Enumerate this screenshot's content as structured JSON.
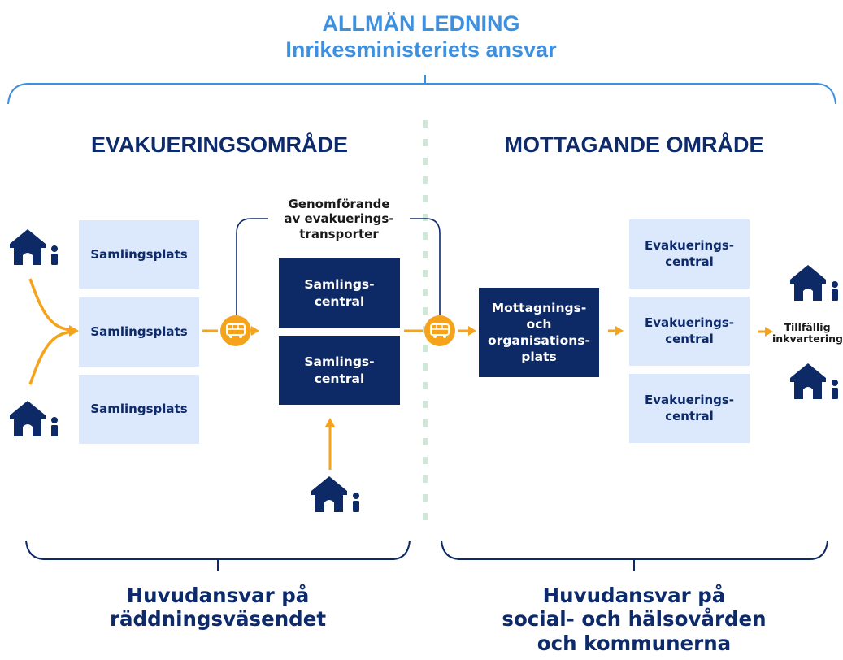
{
  "header": {
    "title": "ALLMÄN LEDNING",
    "subtitle": "Inrikesministeriets ansvar"
  },
  "left_region": {
    "title": "EVAKUERINGSOMRÅDE",
    "assembly_points": [
      "Samlingsplats",
      "Samlingsplats",
      "Samlingsplats"
    ],
    "transport_label": "Genomförande\nav evakuerings-\ntransporter",
    "assembly_centrals": [
      "Samlings-\ncentral",
      "Samlings-\ncentral"
    ],
    "responsibility": "Huvudansvar på\nräddningsväsendet"
  },
  "right_region": {
    "title": "MOTTAGANDE OMRÅDE",
    "reception_point": "Mottagnings-\noch\norganisations-\nplats",
    "evacuation_centrals": [
      "Evakuerings-\ncentral",
      "Evakuerings-\ncentral",
      "Evakuerings-\ncentral"
    ],
    "temporary_housing": "Tillfällig\ninkvartering",
    "responsibility": "Huvudansvar på\nsocial- och hälsovården\noch kommunerna"
  },
  "colors": {
    "dark_navy": "#0e2a66",
    "light_box": "#dce8fb",
    "accent_orange": "#f5a31a",
    "header_blue": "#3d8fe0",
    "divider_green": "#cfe7d7"
  },
  "icons": [
    "house-person-icon",
    "bus-icon",
    "arrow-right-icon",
    "arrow-up-icon"
  ]
}
